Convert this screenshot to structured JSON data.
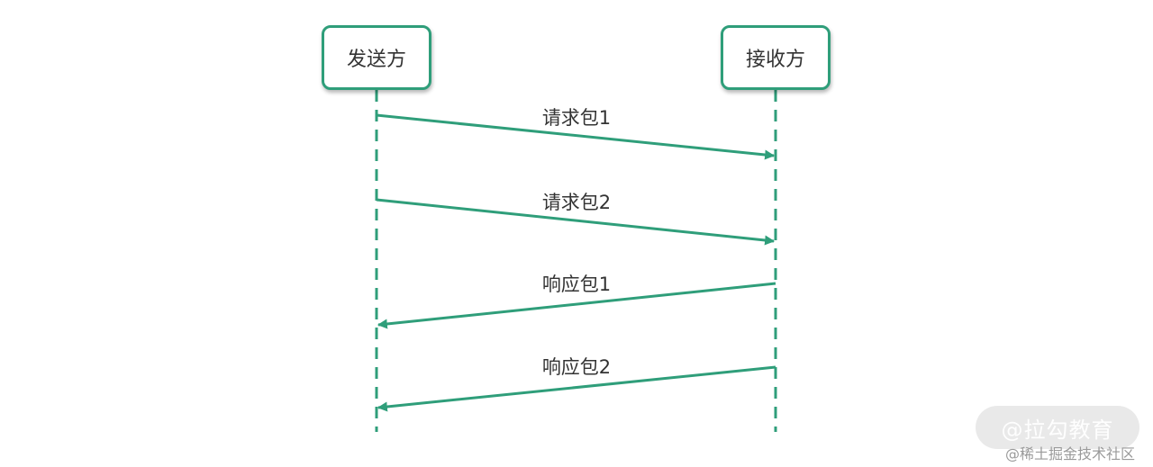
{
  "participants": {
    "sender": "发送方",
    "receiver": "接收方"
  },
  "messages": [
    {
      "label": "请求包1",
      "from": "sender",
      "to": "receiver"
    },
    {
      "label": "请求包2",
      "from": "sender",
      "to": "receiver"
    },
    {
      "label": "响应包1",
      "from": "receiver",
      "to": "sender"
    },
    {
      "label": "响应包2",
      "from": "receiver",
      "to": "sender"
    }
  ],
  "watermark": {
    "brand": "@拉勾教育",
    "caption": "@稀土掘金技术社区"
  },
  "colors": {
    "line": "#2f9e7a",
    "text": "#333333"
  }
}
